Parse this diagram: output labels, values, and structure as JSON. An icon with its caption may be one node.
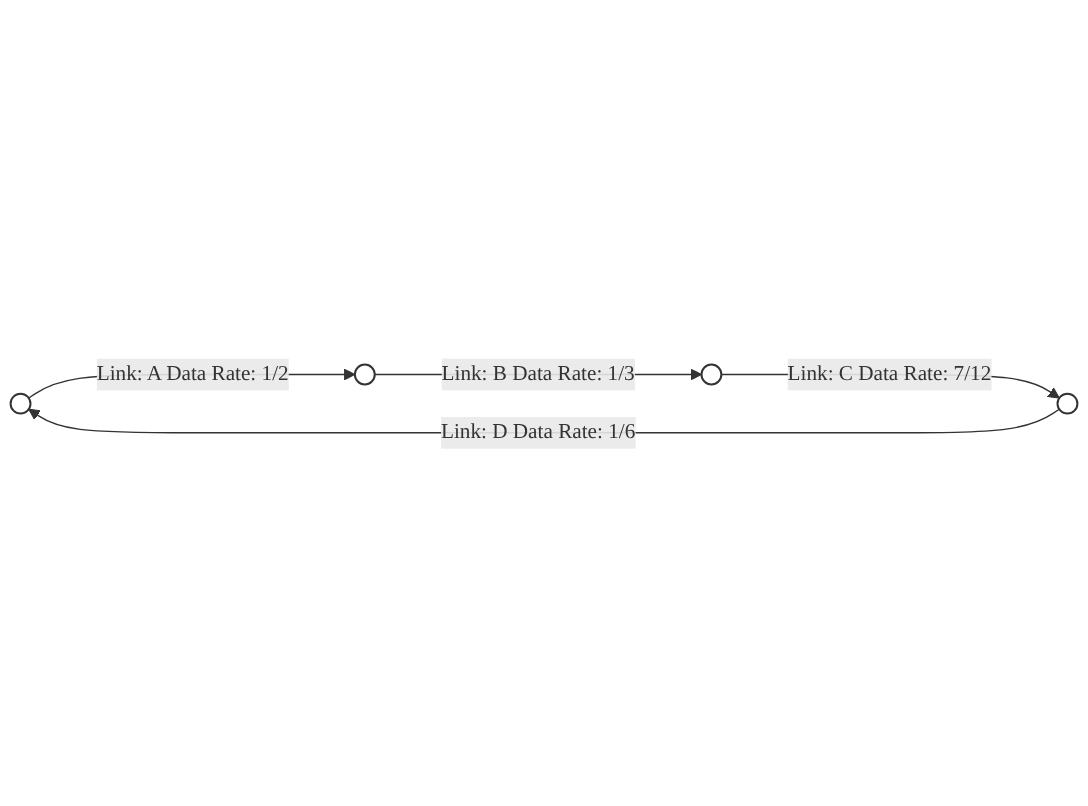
{
  "diagram": {
    "nodes": [
      {
        "text": [],
        "shape": "circle"
      },
      {
        "text": [],
        "shape": "circle"
      },
      {
        "text": [],
        "shape": "circle"
      },
      {
        "text": [],
        "shape": "circle"
      }
    ],
    "edges": [
      {
        "from": 0,
        "to": 1,
        "arrow": "to",
        "label": "Link: A Data Rate: 1/2"
      },
      {
        "from": 1,
        "to": 3,
        "arrow": "to",
        "label": "Link: B Data Rate: 1/3"
      },
      {
        "from": 3,
        "to": 2,
        "arrow": "to",
        "label": "Link: C Data Rate: 7/12"
      },
      {
        "from": 2,
        "to": 0,
        "arrow": "to",
        "label": "Link: D Data Rate: 1/6"
      }
    ]
  }
}
